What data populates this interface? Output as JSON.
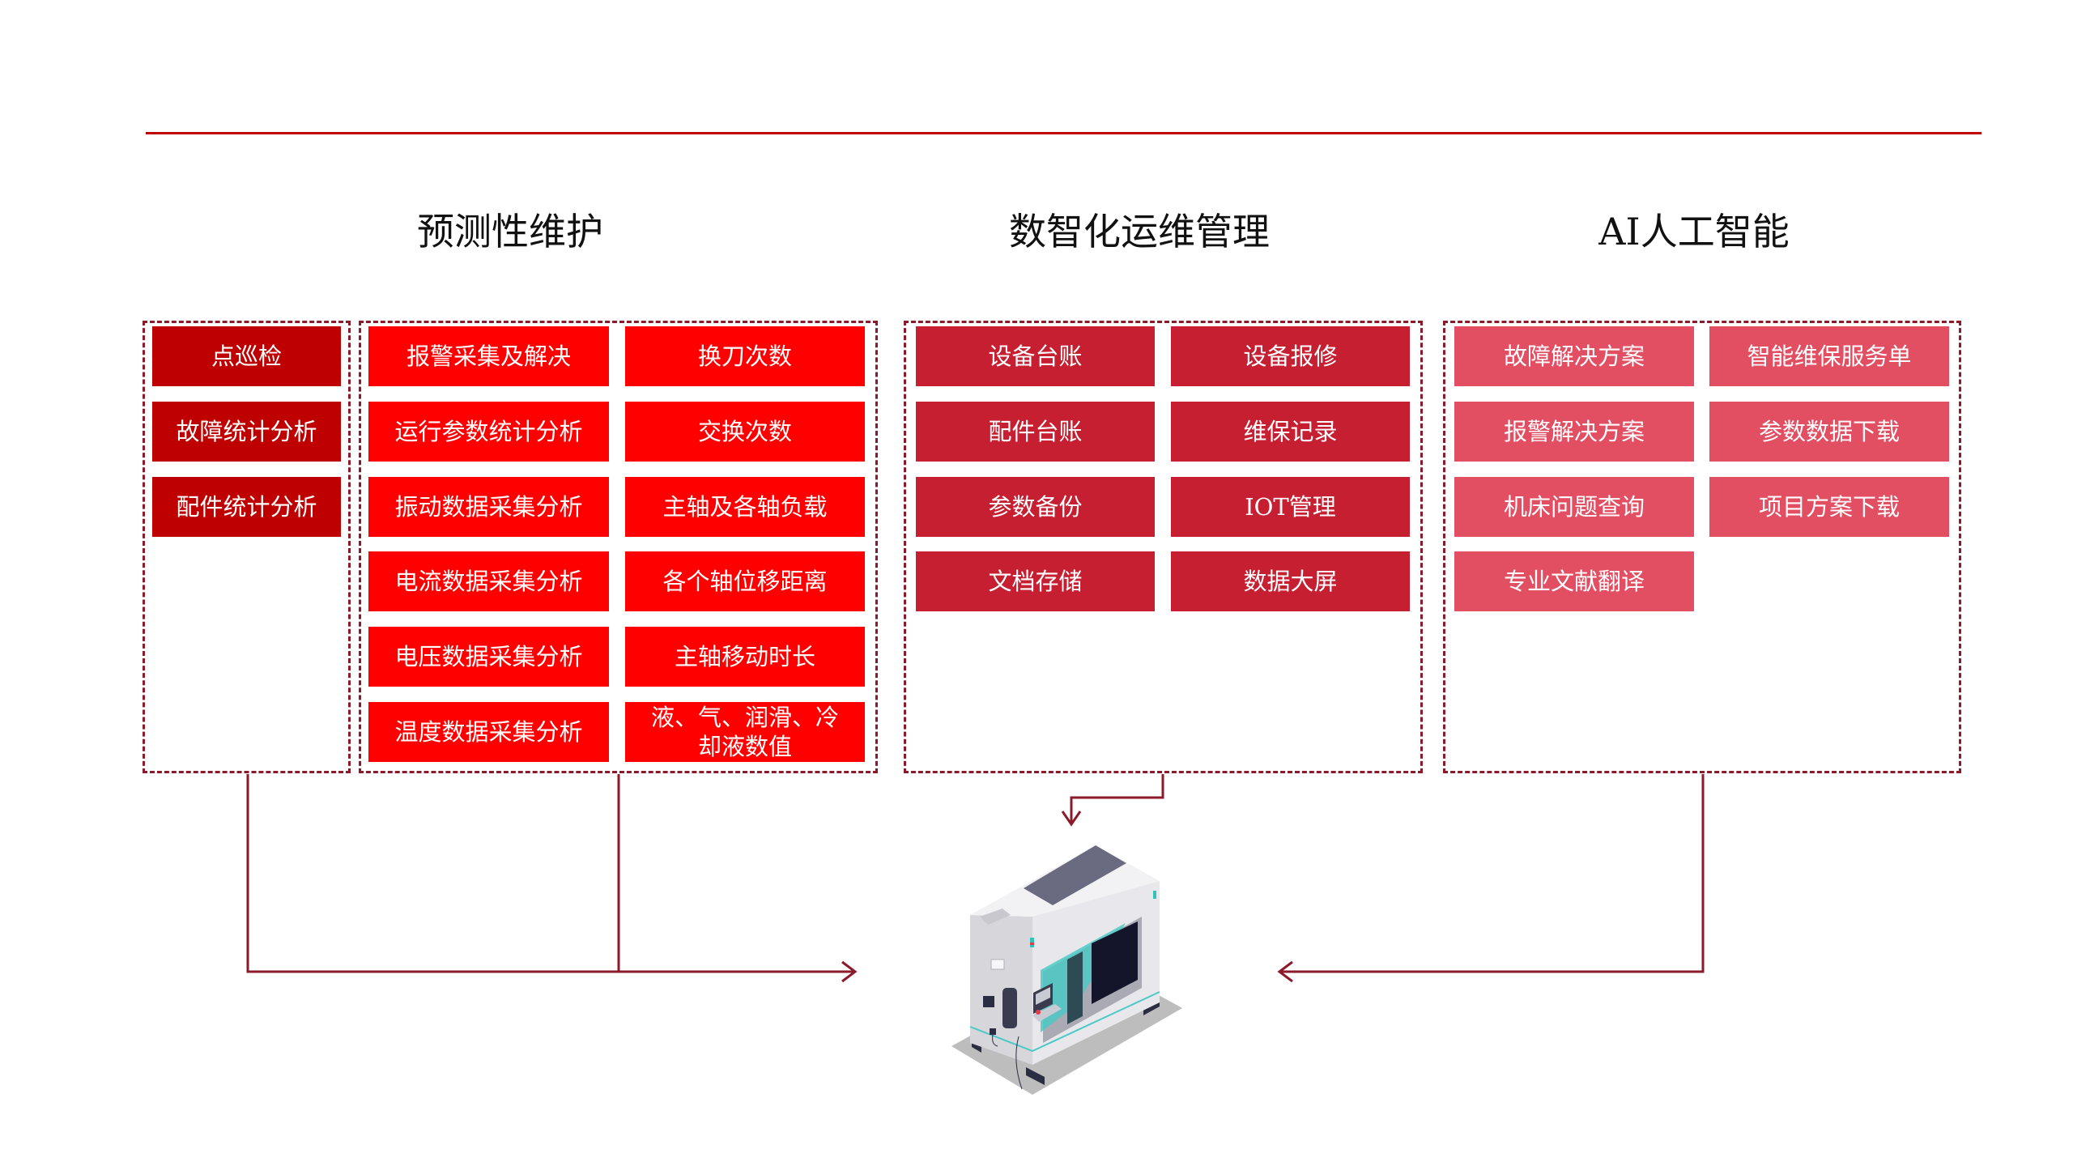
{
  "headings": {
    "predictive": "预测性维护",
    "digital": "数智化运维管理",
    "ai": "AI人工智能"
  },
  "colors": {
    "accent_line": "#C00000",
    "dashed_border": "#8B1A2B",
    "group_a": "#BF0000",
    "group_b": "#FF0000",
    "group_c": "#C71F32",
    "group_d": "#E24E62"
  },
  "group_a": [
    "点巡检",
    "故障统计分析",
    "配件统计分析"
  ],
  "group_b": {
    "col1": [
      "报警采集及解决",
      "运行参数统计分析",
      "振动数据采集分析",
      "电流数据采集分析",
      "电压数据采集分析",
      "温度数据采集分析"
    ],
    "col2": [
      "换刀次数",
      "交换次数",
      "主轴及各轴负载",
      "各个轴位移距离",
      "主轴移动时长",
      "液、气、润滑、冷却液数值"
    ]
  },
  "group_c": {
    "col1": [
      "设备台账",
      "配件台账",
      "参数备份",
      "文档存储"
    ],
    "col2": [
      "设备报修",
      "维保记录",
      "IOT管理",
      "数据大屏"
    ]
  },
  "group_d": {
    "col1": [
      "故障解决方案",
      "报警解决方案",
      "机床问题查询",
      "专业文献翻译"
    ],
    "col2": [
      "智能维保服务单",
      "参数数据下载",
      "项目方案下载"
    ]
  },
  "illustration": {
    "icon": "cnc-machine-icon"
  }
}
